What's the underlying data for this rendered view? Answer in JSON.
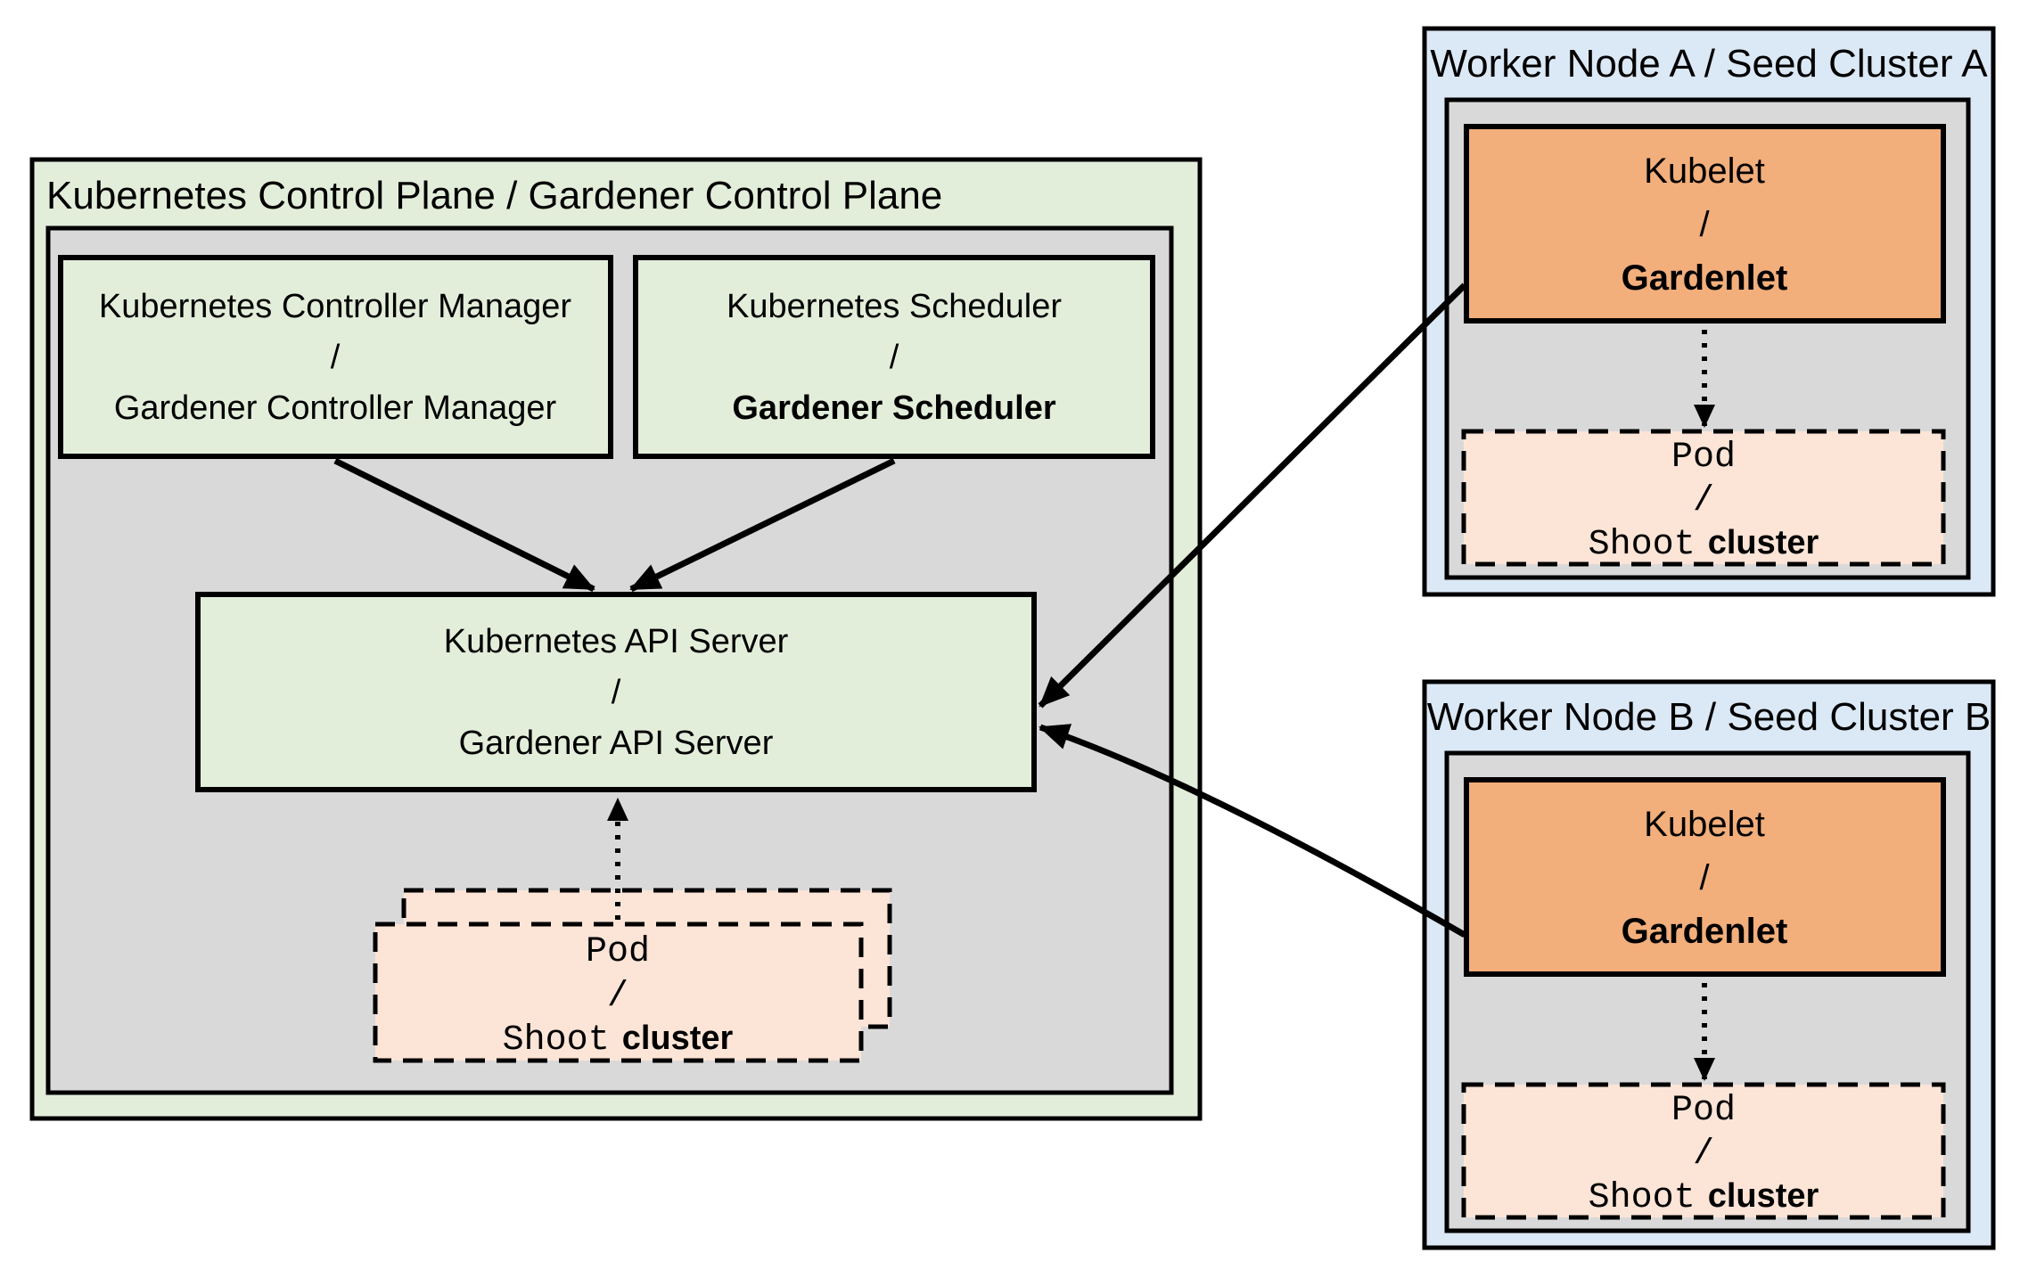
{
  "colors": {
    "control_plane_fill": "#e3eeda",
    "inner_panel_fill": "#d9d9d9",
    "worker_node_fill": "#dbe8f5",
    "kubelet_fill": "#f2ae7b",
    "pod_fill": "#fce4d6",
    "border": "#000000"
  },
  "control_plane": {
    "title": "Kubernetes Control Plane / Gardener Control Plane",
    "controller_manager": {
      "line1": "Kubernetes Controller Manager",
      "separator": "/",
      "line2": "Gardener Controller Manager"
    },
    "scheduler": {
      "line1": "Kubernetes Scheduler",
      "separator": "/",
      "line2": "Gardener Scheduler"
    },
    "api_server": {
      "line1": "Kubernetes API Server",
      "separator": "/",
      "line2": "Gardener API Server"
    },
    "pod_stack": {
      "line1": "Pod",
      "separator": "/",
      "line2_mono": "Shoot",
      "line2_sans": "cluster"
    }
  },
  "worker_node_a": {
    "title": "Worker Node A / Seed Cluster A",
    "kubelet": {
      "line1": "Kubelet",
      "separator": "/",
      "line2": "Gardenlet"
    },
    "pod": {
      "line1": "Pod",
      "separator": "/",
      "line2_mono": "Shoot",
      "line2_sans": "cluster"
    }
  },
  "worker_node_b": {
    "title": "Worker Node B / Seed Cluster B",
    "kubelet": {
      "line1": "Kubelet",
      "separator": "/",
      "line2": "Gardenlet"
    },
    "pod": {
      "line1": "Pod",
      "separator": "/",
      "line2_mono": "Shoot",
      "line2_sans": "cluster"
    }
  }
}
